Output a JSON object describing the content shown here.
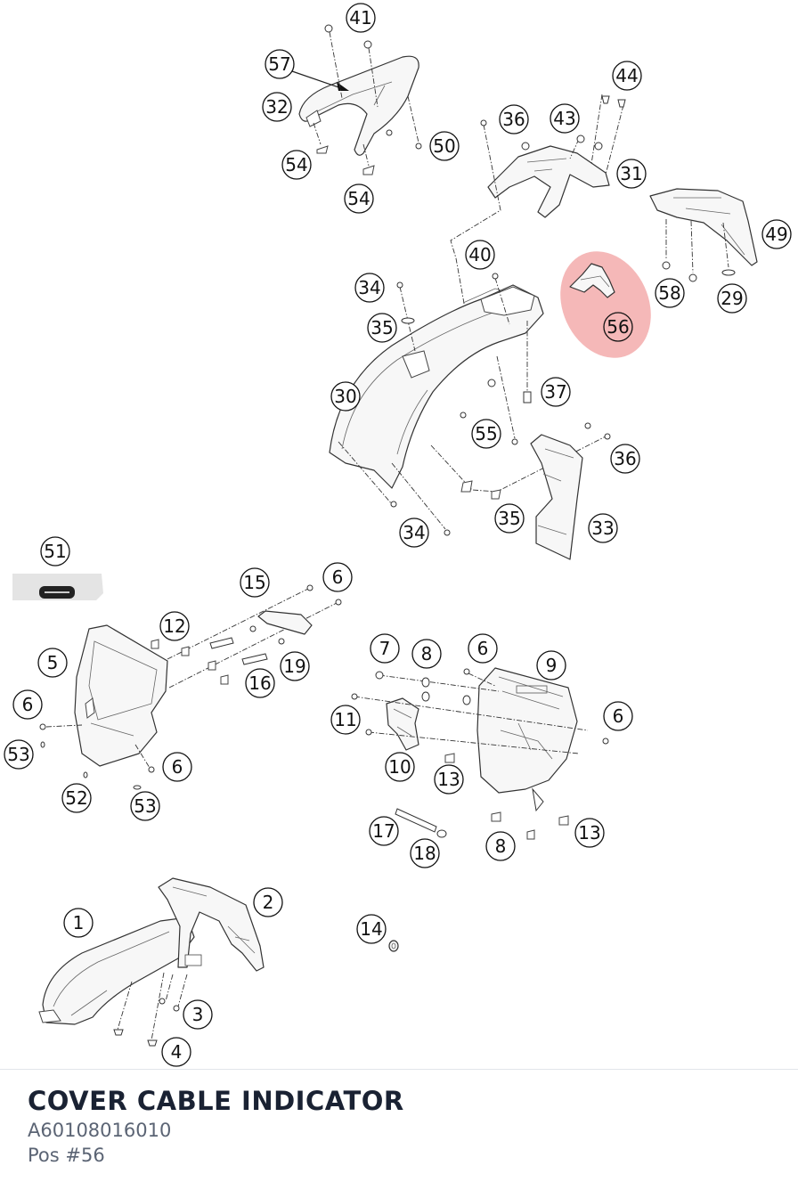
{
  "part": {
    "title": "COVER CABLE INDICATOR",
    "number": "A60108016010",
    "position": "Pos #56"
  },
  "highlight": {
    "part_label": "56",
    "color": "#f2a0a0"
  },
  "callouts": [
    {
      "id": "c41",
      "label": "41"
    },
    {
      "id": "c57",
      "label": "57"
    },
    {
      "id": "c32",
      "label": "32"
    },
    {
      "id": "c50",
      "label": "50"
    },
    {
      "id": "c54a",
      "label": "54"
    },
    {
      "id": "c54b",
      "label": "54"
    },
    {
      "id": "c44",
      "label": "44"
    },
    {
      "id": "c36a",
      "label": "36"
    },
    {
      "id": "c43",
      "label": "43"
    },
    {
      "id": "c31",
      "label": "31"
    },
    {
      "id": "c49",
      "label": "49"
    },
    {
      "id": "c40",
      "label": "40"
    },
    {
      "id": "c34a",
      "label": "34"
    },
    {
      "id": "c35a",
      "label": "35"
    },
    {
      "id": "c58",
      "label": "58"
    },
    {
      "id": "c29",
      "label": "29"
    },
    {
      "id": "c56",
      "label": "56"
    },
    {
      "id": "c30",
      "label": "30"
    },
    {
      "id": "c37",
      "label": "37"
    },
    {
      "id": "c55",
      "label": "55"
    },
    {
      "id": "c36b",
      "label": "36"
    },
    {
      "id": "c35b",
      "label": "35"
    },
    {
      "id": "c33",
      "label": "33"
    },
    {
      "id": "c34b",
      "label": "34"
    },
    {
      "id": "c51",
      "label": "51"
    },
    {
      "id": "c15",
      "label": "15"
    },
    {
      "id": "c6a",
      "label": "6"
    },
    {
      "id": "c12",
      "label": "12"
    },
    {
      "id": "c5",
      "label": "5"
    },
    {
      "id": "c19",
      "label": "19"
    },
    {
      "id": "c16",
      "label": "16"
    },
    {
      "id": "c6b",
      "label": "6"
    },
    {
      "id": "c53a",
      "label": "53"
    },
    {
      "id": "c6c",
      "label": "6"
    },
    {
      "id": "c52",
      "label": "52"
    },
    {
      "id": "c53b",
      "label": "53"
    },
    {
      "id": "c7",
      "label": "7"
    },
    {
      "id": "c8a",
      "label": "8"
    },
    {
      "id": "c6d",
      "label": "6"
    },
    {
      "id": "c9",
      "label": "9"
    },
    {
      "id": "c11",
      "label": "11"
    },
    {
      "id": "c6e",
      "label": "6"
    },
    {
      "id": "c10",
      "label": "10"
    },
    {
      "id": "c13a",
      "label": "13"
    },
    {
      "id": "c13b",
      "label": "13"
    },
    {
      "id": "c17",
      "label": "17"
    },
    {
      "id": "c18",
      "label": "18"
    },
    {
      "id": "c8b",
      "label": "8"
    },
    {
      "id": "c1",
      "label": "1"
    },
    {
      "id": "c2",
      "label": "2"
    },
    {
      "id": "c14",
      "label": "14"
    },
    {
      "id": "c3",
      "label": "3"
    },
    {
      "id": "c4",
      "label": "4"
    }
  ]
}
